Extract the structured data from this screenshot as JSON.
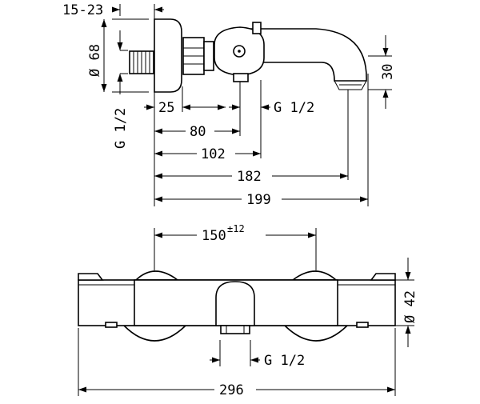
{
  "side_view": {
    "dims": {
      "wall_offset": "15-23",
      "rosette_dia": "Ø 68",
      "connection_thread": "G 1/2",
      "d25": "25",
      "d80": "80",
      "d102": "102",
      "d182": "182",
      "d199": "199",
      "outlet_thread": "G 1/2",
      "spout_height": "30"
    }
  },
  "front_view": {
    "dims": {
      "centers_base": "150",
      "centers_tolerance": "±12",
      "body_dia": "Ø 42",
      "outlet_thread": "G 1/2",
      "total_width": "296"
    }
  }
}
